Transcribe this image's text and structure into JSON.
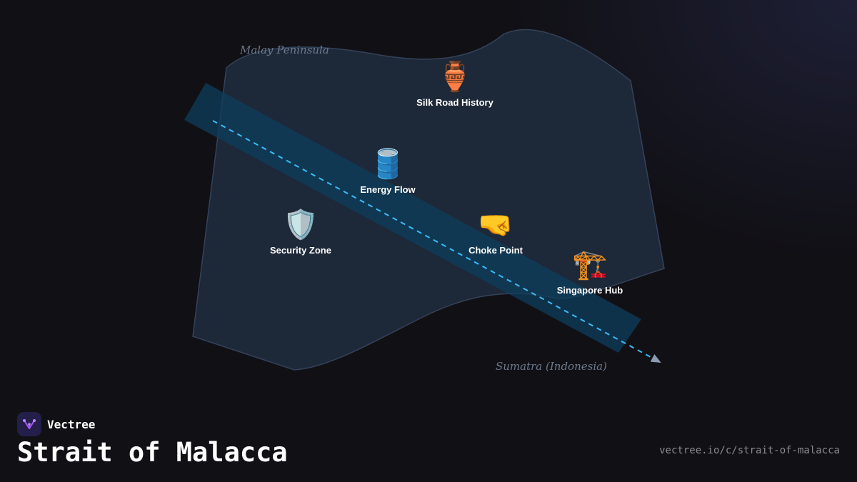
{
  "map": {
    "regions": {
      "north_label": "Malay Peninsula",
      "south_label": "Sumatra (Indonesia)"
    },
    "markers": [
      {
        "id": "silk-road",
        "label": "Silk Road History",
        "icon": "amphora-icon",
        "glyph": "🏺"
      },
      {
        "id": "energy-flow",
        "label": "Energy Flow",
        "icon": "oil-drum-icon",
        "glyph": "🛢️"
      },
      {
        "id": "security-zone",
        "label": "Security Zone",
        "icon": "shield-icon",
        "glyph": "🛡️"
      },
      {
        "id": "choke-point",
        "label": "Choke Point",
        "icon": "fist-icon",
        "glyph": "🤜"
      },
      {
        "id": "singapore-hub",
        "label": "Singapore Hub",
        "icon": "construction-crane-icon",
        "glyph": "🏗️"
      }
    ],
    "colors": {
      "land_fill": "#1e2a3c",
      "strait_band": "#154a6a",
      "route_line": "#38bdf8",
      "background": "#111015"
    }
  },
  "brand": {
    "name": "Vectree"
  },
  "page": {
    "title": "Strait of Malacca",
    "url": "vectree.io/c/strait-of-malacca"
  }
}
